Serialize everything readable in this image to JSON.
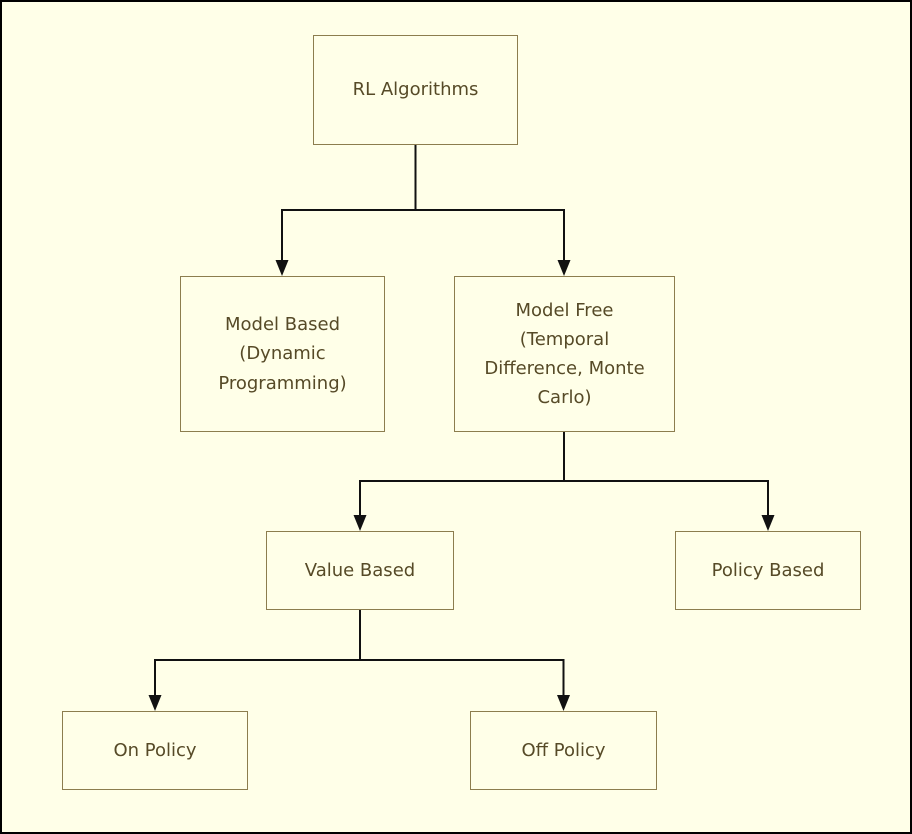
{
  "diagram": {
    "type": "flowchart",
    "colors": {
      "bg": "#FFFFE8",
      "node_border": "#8C7D4E",
      "node_fill": "#FFFFE8",
      "node_text": "#564A27",
      "edge": "#111111",
      "frame_border": "#000000"
    },
    "nodes": [
      {
        "id": "rl-algorithms",
        "label": "RL Algorithms"
      },
      {
        "id": "model-based",
        "label": "Model Based\n(Dynamic\nProgramming)"
      },
      {
        "id": "model-free",
        "label": "Model Free\n(Temporal\nDifference, Monte\nCarlo)"
      },
      {
        "id": "value-based",
        "label": "Value Based"
      },
      {
        "id": "policy-based",
        "label": "Policy Based"
      },
      {
        "id": "on-policy",
        "label": "On Policy"
      },
      {
        "id": "off-policy",
        "label": "Off Policy"
      }
    ],
    "edges": [
      {
        "from": "rl-algorithms",
        "to": "model-based"
      },
      {
        "from": "rl-algorithms",
        "to": "model-free"
      },
      {
        "from": "model-free",
        "to": "value-based"
      },
      {
        "from": "model-free",
        "to": "policy-based"
      },
      {
        "from": "value-based",
        "to": "on-policy"
      },
      {
        "from": "value-based",
        "to": "off-policy"
      }
    ]
  }
}
